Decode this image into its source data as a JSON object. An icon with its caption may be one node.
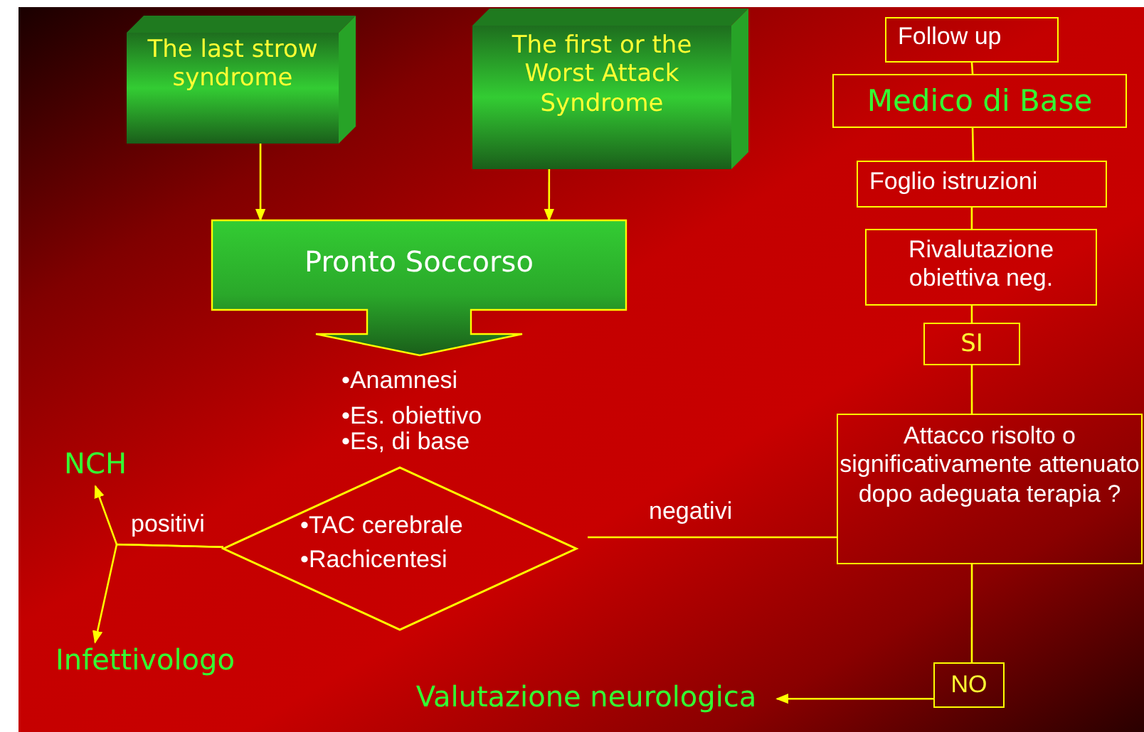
{
  "diagram": {
    "nodes": [
      {
        "text": [
          "The last strow syndrome"
        ]
      },
      {
        "text": [
          "The first or the Worst Attack Syndrome"
        ]
      },
      {
        "text": [
          "Pronto Soccorso"
        ]
      },
      {
        "text": [
          "•TAC cerebrale",
          "•Rachicentesi"
        ]
      },
      {
        "text": [
          "NCH"
        ]
      },
      {
        "text": [
          "Infettivologo"
        ]
      },
      {
        "text": [
          "Follow up"
        ]
      },
      {
        "text": [
          "Medico di Base"
        ]
      },
      {
        "text": [
          "Foglio istruzioni"
        ]
      },
      {
        "text": [
          "Rivalutazione obiettiva neg."
        ]
      },
      {
        "text": [
          "SI"
        ]
      },
      {
        "text": [
          "Attacco risolto o significativamente attenuato dopo adeguata terapia ?"
        ]
      },
      {
        "text": [
          "NO"
        ]
      },
      {
        "text": [
          "Valutazione neurologica"
        ]
      }
    ],
    "edges": [
      {
        "from": 0,
        "to": 2,
        "arrow": "to"
      },
      {
        "from": 1,
        "to": 2,
        "arrow": "to"
      },
      {
        "from": 3,
        "to": 4,
        "arrow": "to",
        "label": "positivi"
      },
      {
        "from": 3,
        "to": 5,
        "arrow": "to"
      },
      {
        "from": 3,
        "to": 11,
        "arrow": "none",
        "label": "negativi"
      },
      {
        "from": 6,
        "to": 7,
        "arrow": "none"
      },
      {
        "from": 7,
        "to": 8,
        "arrow": "none"
      },
      {
        "from": 8,
        "to": 9,
        "arrow": "none"
      },
      {
        "from": 9,
        "to": 10,
        "arrow": "none"
      },
      {
        "from": 10,
        "to": 11,
        "arrow": "none"
      },
      {
        "from": 11,
        "to": 12,
        "arrow": "none"
      },
      {
        "from": 12,
        "to": 13,
        "arrow": "to"
      }
    ],
    "labels": [
      "•Anamnesi",
      "•Es. obiettivo",
      "•Es, di base"
    ]
  }
}
